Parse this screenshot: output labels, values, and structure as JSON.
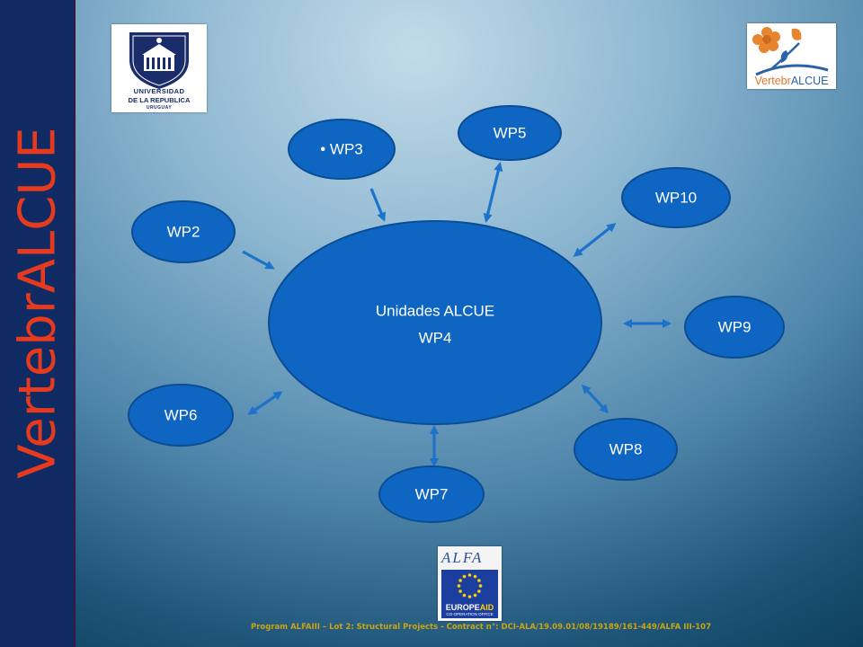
{
  "side_title": "VertebrALCUE",
  "logos": {
    "udelar": {
      "line1": "UNIVERSIDAD",
      "line2": "DE LA REPUBLICA",
      "line3": "URUGUAY"
    },
    "vertebralcue": {
      "part1": "Vertebr",
      "part2": "ALCUE"
    },
    "alfa": {
      "title": "ALFA",
      "europeaid_line1": "EUROPE",
      "europeaid_line1_accent": "AID",
      "europeaid_line2": "CO-OPERATION OFFICE"
    }
  },
  "diagram": {
    "center": {
      "line1": "Unidades ALCUE",
      "line2": "WP4"
    },
    "nodes": [
      {
        "id": "wp2",
        "label": "WP2",
        "relation": "incoming"
      },
      {
        "id": "wp3",
        "label": "• WP3",
        "relation": "incoming"
      },
      {
        "id": "wp5",
        "label": "WP5",
        "relation": "bidirectional"
      },
      {
        "id": "wp10",
        "label": "WP10",
        "relation": "bidirectional"
      },
      {
        "id": "wp9",
        "label": "WP9",
        "relation": "bidirectional"
      },
      {
        "id": "wp8",
        "label": "WP8",
        "relation": "bidirectional"
      },
      {
        "id": "wp7",
        "label": "WP7",
        "relation": "bidirectional"
      },
      {
        "id": "wp6",
        "label": "WP6",
        "relation": "bidirectional"
      }
    ]
  },
  "footer": "Program ALFAIII – Lot 2: Structural Projects - Contract n°: DCI-ALA/19.09.01/08/19189/161-449/ALFA III-107",
  "colors": {
    "node_fill": "#0f66c2",
    "node_stroke": "#0a4d94",
    "arrow": "#1d73c9",
    "side_band": "#102a63",
    "side_title": "#e63a1f",
    "footer": "#c8a514"
  }
}
